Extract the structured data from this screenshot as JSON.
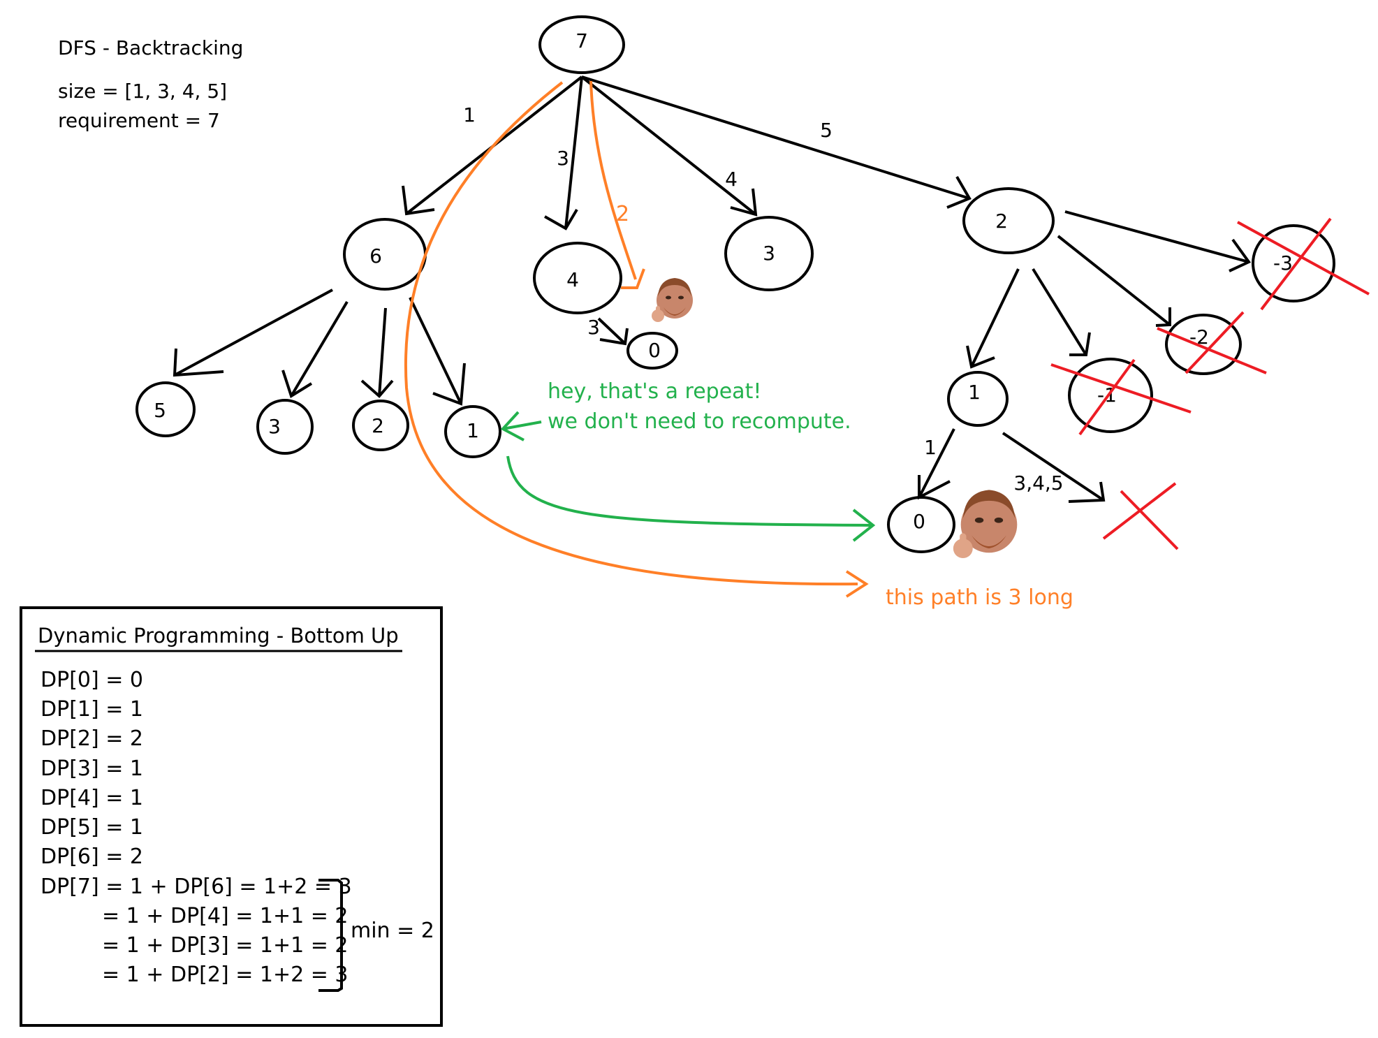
{
  "header": {
    "title": "DFS - Backtracking",
    "size_line": "size = [1, 3, 4, 5]",
    "requirement_line": "requirement = 7"
  },
  "nodes": {
    "root": "7",
    "n6": "6",
    "n4": "4",
    "n3": "3",
    "n2": "2",
    "n6_5": "5",
    "n6_3": "3",
    "n6_2": "2",
    "n6_1": "1",
    "n4_0": "0",
    "n2_1": "1",
    "n2_m1": "-1",
    "n2_m2": "-2",
    "n2_m3": "-3",
    "n1_0": "0"
  },
  "edge_labels": {
    "root_to_6": "1",
    "root_to_4": "3",
    "root_to_3": "4",
    "root_to_2": "5",
    "orange_step": "2",
    "n4_to_0": "3",
    "n1_to_0": "1",
    "n1_to_x": "3,4,5"
  },
  "annotations": {
    "repeat_line1": "hey, that's a repeat!",
    "repeat_line2": "we don't need to recompute.",
    "path_note": "this path is 3 long"
  },
  "dp_box": {
    "title": "Dynamic Programming - Bottom Up",
    "lines": [
      "DP[0] = 0",
      "DP[1] = 1",
      "DP[2] = 2",
      "DP[3] = 1",
      "DP[4] = 1",
      "DP[5] = 1",
      "DP[6] = 2",
      "DP[7] = 1 + DP[6] = 1+2 = 3",
      "= 1 + DP[4] = 1+1 = 2",
      "= 1 + DP[3] = 1+1 = 2",
      "= 1 + DP[2] = 1+2 = 3"
    ],
    "min_label": "min = 2"
  },
  "colors": {
    "ink": "#000000",
    "green": "#22b14c",
    "orange": "#ff7f27",
    "red": "#ed1c24"
  }
}
